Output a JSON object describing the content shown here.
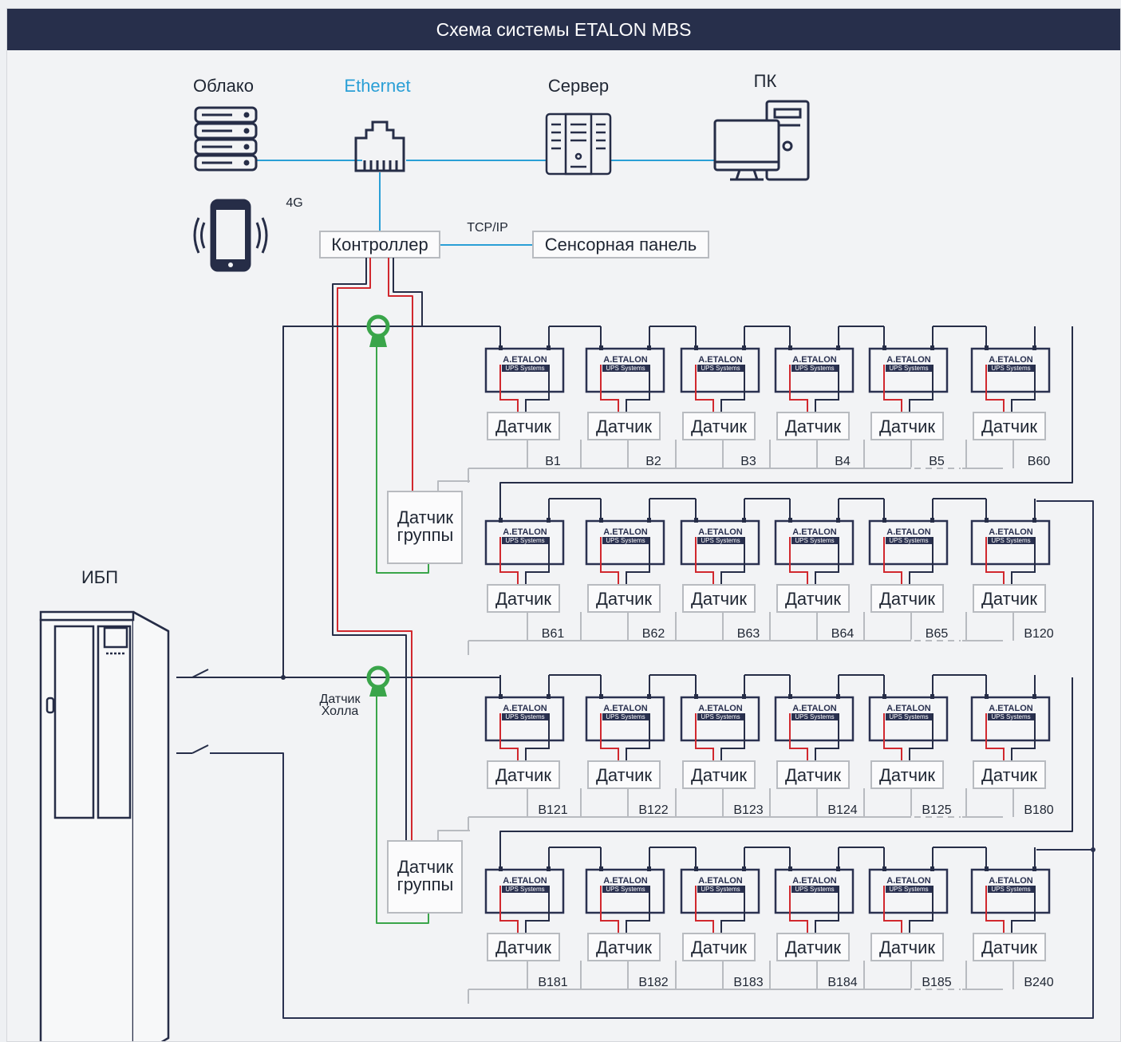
{
  "header": {
    "title": "Схема системы ETALON MBS"
  },
  "top_labels": {
    "cloud": "Облако",
    "ethernet": "Ethernet",
    "server": "Сервер",
    "pc": "ПК",
    "cellular": "4G",
    "protocol": "TCP/IP"
  },
  "controller_label": "Контроллер",
  "touch_panel_label": "Сенсорная панель",
  "ups_label": "ИБП",
  "hall_sensor_label_line1": "Датчик",
  "hall_sensor_label_line2": "Холла",
  "group_sensor_line1": "Датчик",
  "group_sensor_line2": "группы",
  "battery_brand_line1": "A.ETALON",
  "battery_brand_line2": "UPS Systems",
  "sensor_label": "Датчик",
  "colors": {
    "header": "#272f4b",
    "ethernet": "#2a9fd6",
    "red": "#d1282e",
    "green": "#3aa54a",
    "navy": "#2a3150"
  },
  "strings": [
    {
      "labels": [
        "B1",
        "B2",
        "B3",
        "B4",
        "B5",
        "B60"
      ]
    },
    {
      "labels": [
        "B61",
        "B62",
        "B63",
        "B64",
        "B65",
        "B120"
      ]
    },
    {
      "labels": [
        "B121",
        "B122",
        "B123",
        "B124",
        "B125",
        "B180"
      ]
    },
    {
      "labels": [
        "B181",
        "B182",
        "B183",
        "B184",
        "B185",
        "B240"
      ]
    }
  ]
}
